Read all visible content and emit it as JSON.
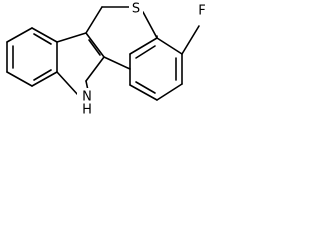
{
  "structure": {
    "atoms": {
      "sulfur": "S",
      "fluorine": "F",
      "nitrogen": "N",
      "hydrogen": "H"
    }
  }
}
